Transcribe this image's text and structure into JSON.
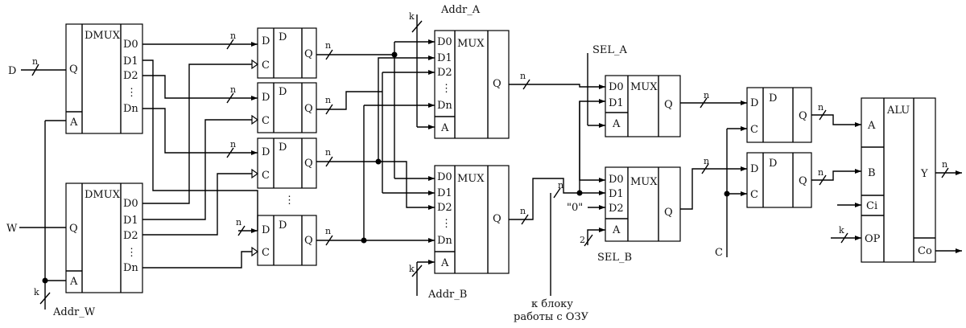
{
  "inputs": {
    "d": "D",
    "w": "W",
    "c": "C"
  },
  "bus": {
    "n": "n",
    "k": "k",
    "two": "2"
  },
  "addr": {
    "w": "Addr_W",
    "a": "Addr_A",
    "b": "Addr_B"
  },
  "sel": {
    "a": "SEL_A",
    "b": "SEL_B"
  },
  "blocks": {
    "dmux": "DMUX",
    "mux": "MUX",
    "alu": "ALU",
    "q": "Q",
    "a": "A",
    "d": "D",
    "c": "C",
    "d0": "D0",
    "d1": "D1",
    "d2": "D2",
    "dn": "Dn",
    "alu_b": "B",
    "ci": "Ci",
    "op": "OP",
    "y": "Y",
    "co": "Co"
  },
  "const_zero": "\"0\"",
  "note": {
    "line1": "к блоку",
    "line2": "работы с ОЗУ"
  },
  "dots": "⋮"
}
